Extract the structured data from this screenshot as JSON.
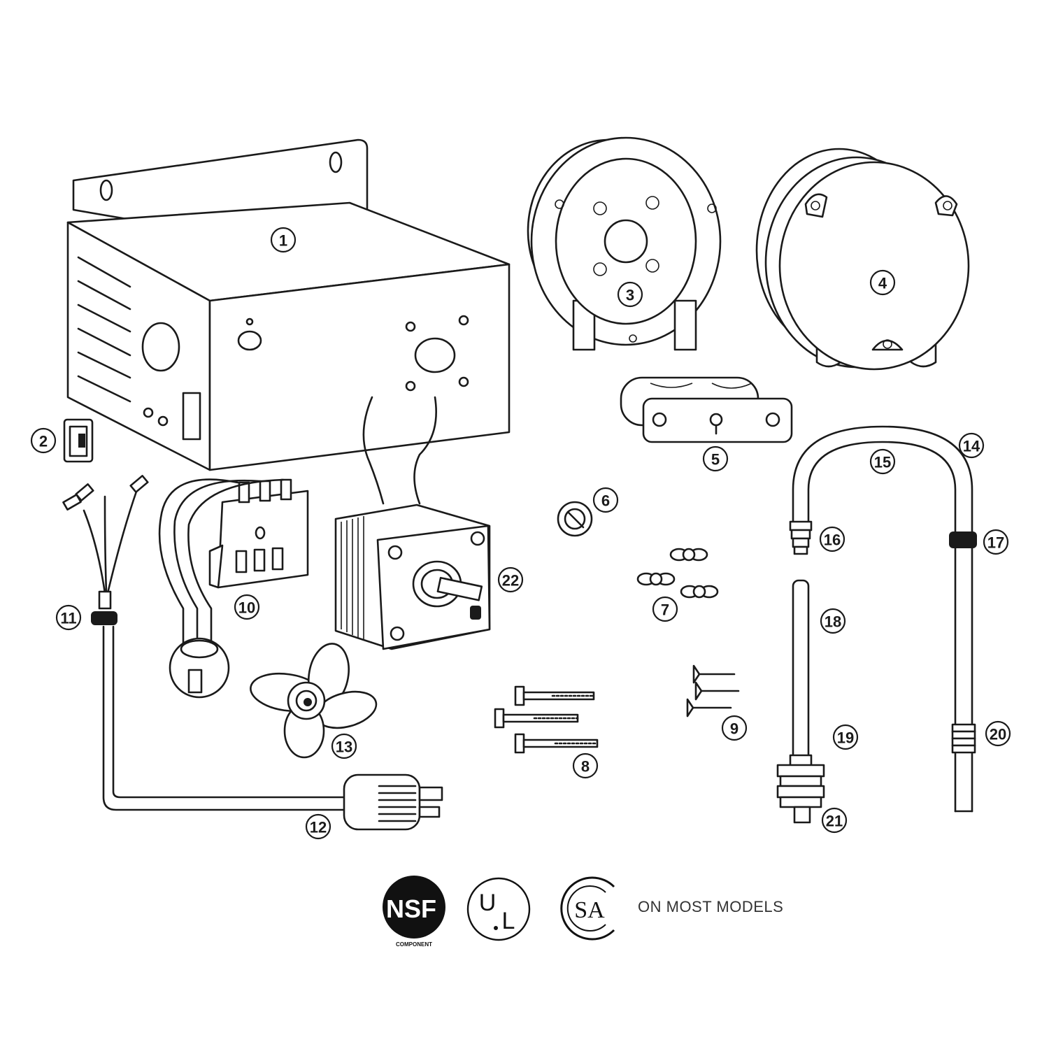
{
  "callouts": [
    "1",
    "2",
    "3",
    "4",
    "5",
    "6",
    "7",
    "8",
    "9",
    "10",
    "11",
    "12",
    "13",
    "14",
    "15",
    "16",
    "17",
    "18",
    "19",
    "20",
    "21",
    "22"
  ],
  "certifications": {
    "nsf": {
      "label": "NSF",
      "sub": "COMPONENT"
    },
    "ul": {
      "label_u": "U",
      "label_l": "L"
    },
    "csa": {
      "label": "SA"
    }
  },
  "models_note": "ON MOST MODELS"
}
